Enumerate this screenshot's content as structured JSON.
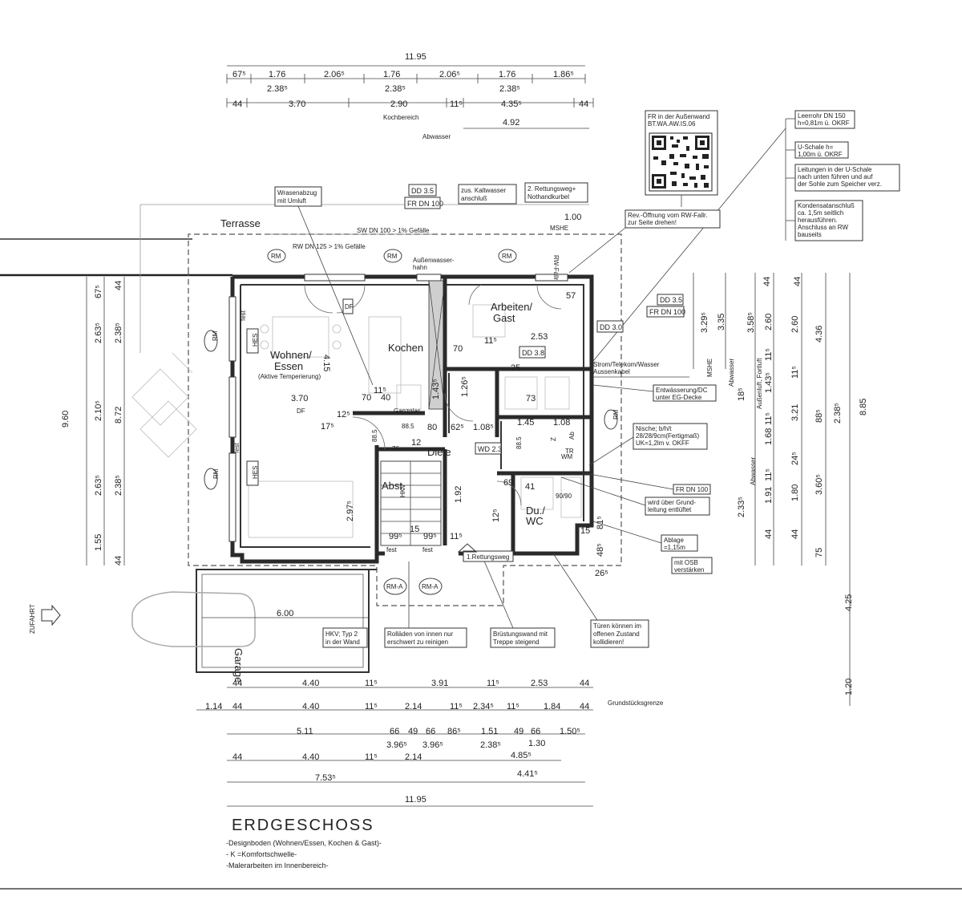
{
  "plan": {
    "title": "ERDGESCHOSS",
    "legend": [
      "-Designboden (Wohnen/Essen, Kochen & Gast)-",
      "- K =Komfortschwelle-",
      "-Malerarbeiten im Innenbereich-"
    ],
    "top_dims": {
      "overall": "11.95",
      "row1": [
        "67⁵",
        "1.76",
        "2.06⁵",
        "1.76",
        "2.06⁵",
        "1.76",
        "1.86⁵"
      ],
      "row2": [
        "2.38⁵",
        "2.38⁵",
        "2.38⁵"
      ],
      "row3": [
        "44",
        "3.70",
        "2.90",
        "11⁵",
        "4.35⁵",
        "44"
      ],
      "kochbereich": "Kochbereich",
      "row4": "4.92",
      "abwasser": "Abwasser"
    },
    "bottom_dims": {
      "row1": [
        "44",
        "4.40",
        "11⁵",
        "3.91",
        "11⁵",
        "2.53",
        "44"
      ],
      "row2": [
        "1.14",
        "44",
        "4.40",
        "11⁵",
        "2.14",
        "11⁵",
        "2.34⁵",
        "11⁵",
        "1.84",
        "44"
      ],
      "grundstuecksgrenze": "Grundstücksgrenze",
      "row3": [
        "5.11",
        "66",
        "49",
        "66",
        "86⁵",
        "1.51",
        "49",
        "66",
        "1.50⁵"
      ],
      "row3b": [
        "3.96⁵",
        "3.96⁵",
        "2.38⁵",
        "1.30"
      ],
      "row4": [
        "44",
        "4.40",
        "11⁵",
        "2.14",
        "4.85⁵"
      ],
      "row5": [
        "7.53⁵",
        "4.41⁵"
      ],
      "overall": "11.95"
    },
    "left_dims": [
      "67⁵",
      "44",
      "2.63⁵",
      "2.38⁵",
      "2.10⁵",
      "8.72",
      "9.60",
      "2.63⁵",
      "2.38⁵",
      "1.55",
      "44"
    ],
    "right_dims": [
      "44",
      "3.29⁵",
      "3.35",
      "3.58⁵",
      "2.60",
      "44",
      "2.60",
      "4.36",
      "11⁵",
      "11⁵",
      "1.43⁵",
      "18⁵",
      "3.21",
      "88⁵",
      "2.38⁵",
      "8.85",
      "1.68",
      "11⁵",
      "24⁵",
      "2.33⁵",
      "1.91",
      "11⁵",
      "1.80",
      "3.60⁵",
      "44",
      "44",
      "75",
      "4.25",
      "1.20"
    ],
    "right_vert_labels": [
      "Abwasser",
      "Außenluft, Fortluft",
      "Abwasser",
      "MSHE"
    ],
    "rooms": [
      {
        "name": "Wohnen/\nEssen",
        "sub": "(Aktive Temperierung)"
      },
      {
        "name": "Kochen"
      },
      {
        "name": "Arbeiten/\nGast"
      },
      {
        "name": "Diele"
      },
      {
        "name": "Du./\nWC"
      },
      {
        "name": "Abst."
      },
      {
        "name": "Garage"
      },
      {
        "name": "Terrasse"
      }
    ],
    "interior_labels": [
      "4.15",
      "3.70",
      "11⁵",
      "40",
      "70",
      "80",
      "62⁵",
      "1.08⁵",
      "1.45",
      "1.08",
      "73",
      "25",
      "11⁵",
      "2.53",
      "57",
      "70",
      "1.43⁵",
      "1.26⁵",
      "17⁵",
      "12⁵",
      "12",
      "1.92",
      "69",
      "41",
      "99⁵",
      "15",
      "99⁵",
      "11⁵",
      "12⁵",
      "2.97⁵",
      "6.00",
      "1.00",
      "15",
      "81⁵",
      "48⁵",
      "26⁵",
      "90/90",
      "DF",
      "DF",
      "HES",
      "HES",
      "fest",
      "fest",
      "fest",
      "fest",
      "RM",
      "RM",
      "RM",
      "RM",
      "RM",
      "RM",
      "RM-A",
      "RM-A",
      "Ganzglas",
      "88.5",
      "88.5",
      "88.5",
      "76",
      "HKV",
      "WM",
      "TR",
      "Ab",
      "Z",
      "MSHE",
      "RW-Fallr."
    ],
    "notes": {
      "wrasen": "Wrasenabzug\nmit Umluft",
      "dd35_a": "DD 3.5",
      "fr_dn100_a": "FR DN 100",
      "kaltwasser": "zus. Kaltwasser\nanschluß",
      "rettungsweg2": "2. Rettungsweg+\nNothandkurbel",
      "qr": "FR in der Außenwand\nBT.WA.AW.IS.06",
      "leerrohr": "Leerrohr DN 150\nh=0,81m ü. OKRF",
      "uschale": "U-Schale h=\n1,00m ü. OKRF",
      "leitungen": "Leitungen in der U-Schale\nnach unten führen und auf\nder Sohle zum Speicher verz.",
      "kondensat": "Kondensatanschluß\nca. 1,5m seitlich\nherausführen.\nAnschluss an RW\nbauseits",
      "rev": "Rev.-Öffnung vom RW-Fallr.\nzur Seite drehen!",
      "dd35_b": "DD 3.5",
      "fr_dn100_b": "FR DN 100",
      "dd30": "DD 3.0",
      "dd38": "DD 3.8",
      "strom": "Strom/Telekom/Wasser\nAussenkabel",
      "entwaesserung": "Entwässerung/DC\nunter EG-Decke",
      "nische": "Nische; b/h/t\n28/28/9cm(Fertigmaß)\nUK=1,2lm v. OKFF",
      "fr_dn100_c": "FR DN 100",
      "grundleitung": "wird über Grund-\nleitung entlüftet",
      "ablage": "Ablage\n=1,15m",
      "osb": "mit OSB\nverstärken",
      "wd23": "WD 2.3",
      "sw": "SW DN 100 > 1% Gefälle",
      "rw": "RW DN 125 > 1% Gefälle",
      "aussenwasser": "Außenwasser-\nhahn",
      "hkv": "HKV; Typ 2\nin der Wand",
      "rollaeden": "Rolläden von innen nur\nerschwert zu reinigen",
      "bruestung": "Brüstungswand mit\nTreppe steigend",
      "tueren": "Türen können im\noffenen Zustand\nkollidieren!",
      "rettungsweg1": "1.Rettungsweg",
      "zufahrt": "ZUFAHRT"
    }
  }
}
